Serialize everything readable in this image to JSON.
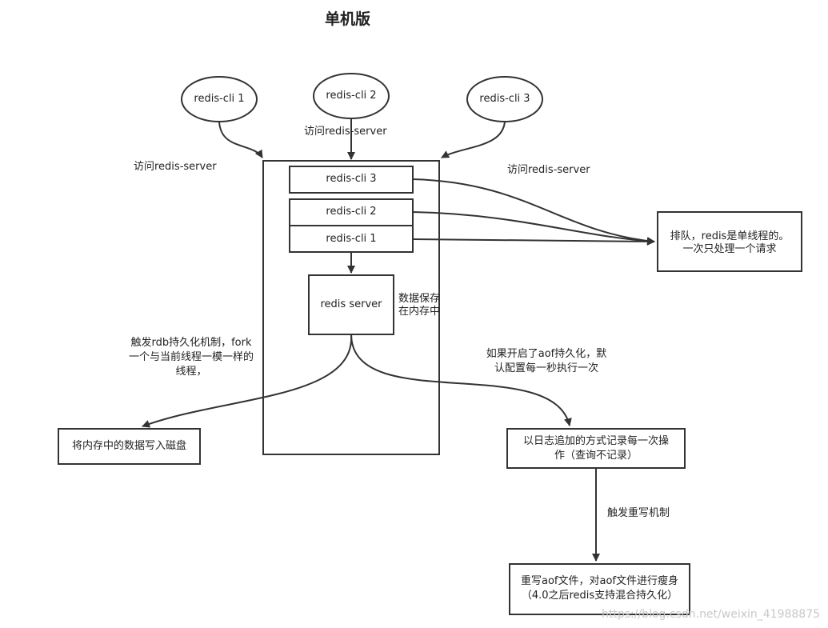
{
  "title": "单机版",
  "clients": {
    "c1": "redis-cli 1",
    "c2": "redis-cli 2",
    "c3": "redis-cli 3"
  },
  "access_labels": {
    "left": "访问redis-server",
    "middle": "访问redis-server",
    "right": "访问redis-server"
  },
  "queue": {
    "item1": "redis-cli 3",
    "item2": "redis-cli 2",
    "item3": "redis-cli 1"
  },
  "server": {
    "label": "redis server",
    "note_line1": "数据保存",
    "note_line2": "在内存中"
  },
  "queue_note": {
    "line1": "排队，redis是单线程的。",
    "line2": "一次只处理一个请求"
  },
  "rdb": {
    "trigger_line1": "触发rdb持久化机制，fork",
    "trigger_line2": "一个与当前线程一模一样的",
    "trigger_line3": "线程，",
    "result": "将内存中的数据写入磁盘"
  },
  "aof": {
    "trigger_line1": "如果开启了aof持久化，默",
    "trigger_line2": "认配置每一秒执行一次",
    "log_line1": "以日志追加的方式记录每一次操",
    "log_line2": "作（查询不记录）",
    "rewrite_trigger": "触发重写机制",
    "rewrite_line1": "重写aof文件，对aof文件进行瘦身",
    "rewrite_line2": "（4.0之后redis支持混合持久化）"
  },
  "watermark": "https://blog.csdn.net/weixin_41988875"
}
